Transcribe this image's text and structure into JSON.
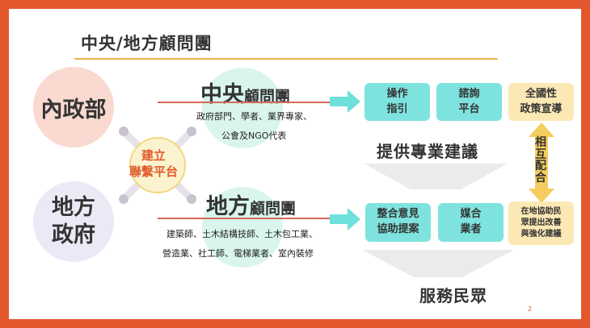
{
  "title": "中央/地方顧問團",
  "left": {
    "central_gov": "內政部",
    "local_gov_line1": "地方",
    "local_gov_line2": "政府"
  },
  "central": {
    "heading_big": "中央",
    "heading_small": "顧問團",
    "desc_line1": "政府部門、學者、業界專家、",
    "desc_line2": "公會及NGO代表"
  },
  "local": {
    "heading_big": "地方",
    "heading_small": "顧問團",
    "desc_line1": "建築師、土木結構技師、土木包工業、",
    "desc_line2": "營造業、社工師、電梯業者、室內裝修"
  },
  "badge": {
    "line1": "建立",
    "line2": "聯繫平台"
  },
  "top_boxes": [
    {
      "line1": "操作",
      "line2": "指引"
    },
    {
      "line1": "諮詢",
      "line2": "平台"
    },
    {
      "line1": "全國性",
      "line2": "政策宣導"
    }
  ],
  "bottom_boxes": [
    {
      "line1": "整合意見",
      "line2": "協助提案"
    },
    {
      "line1": "媒合",
      "line2": "業者"
    },
    {
      "line1": "在地協助民",
      "line2": "眾提出改善",
      "line3": "與強化建議"
    }
  ],
  "advice_text": "提供專業建議",
  "serve_text": "服務民眾",
  "mutual_text": "相互配合",
  "page_number": "2",
  "colors": {
    "frame": "#e4572e",
    "accent_teal": "#7ee3de",
    "accent_yellow": "#fbe8b4",
    "title_underline": "#e8b24a",
    "badge_text": "#e05a2b"
  }
}
